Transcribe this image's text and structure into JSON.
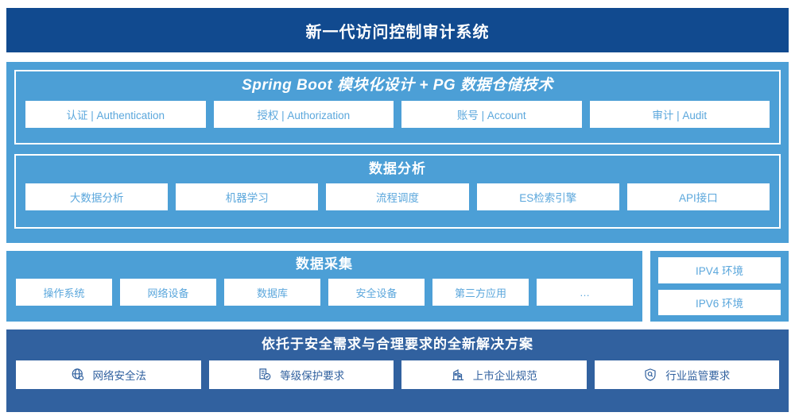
{
  "header": {
    "title": "新一代访问控制审计系统",
    "background": "#114A8F"
  },
  "colors": {
    "header_navy": "#114A8F",
    "panel_light_blue": "#4C9FD6",
    "panel_dark_blue": "#31619F",
    "chip_text_light": "#5BA7DC",
    "chip_text_dark": "#31619F",
    "chip_background": "#FFFFFF"
  },
  "platform": {
    "springboot": {
      "heading": "Spring Boot 模块化设计 + PG 数据仓储技术",
      "modules": [
        {
          "label": "认证 | Authentication"
        },
        {
          "label": "授权 | Authorization"
        },
        {
          "label": "账号 | Account"
        },
        {
          "label": "审计 | Audit"
        }
      ]
    },
    "analysis": {
      "heading": "数据分析",
      "modules": [
        {
          "label": "大数据分析"
        },
        {
          "label": "机器学习"
        },
        {
          "label": "流程调度"
        },
        {
          "label": "ES检索引擎"
        },
        {
          "label": "API接口"
        }
      ]
    }
  },
  "collection": {
    "heading": "数据采集",
    "sources": [
      {
        "label": "操作系统"
      },
      {
        "label": "网络设备"
      },
      {
        "label": "数据库"
      },
      {
        "label": "安全设备"
      },
      {
        "label": "第三方应用"
      },
      {
        "label": "…"
      }
    ]
  },
  "environment": {
    "items": [
      {
        "label": "IPV4 环境"
      },
      {
        "label": "IPV6 环境"
      }
    ]
  },
  "compliance": {
    "heading": "依托于安全需求与合理要求的全新解决方案",
    "items": [
      {
        "label": "网络安全法",
        "icon": "globe-icon"
      },
      {
        "label": "等级保护要求",
        "icon": "document-check-icon"
      },
      {
        "label": "上市企业规范",
        "icon": "building-icon"
      },
      {
        "label": "行业监管要求",
        "icon": "shield-search-icon"
      }
    ]
  }
}
